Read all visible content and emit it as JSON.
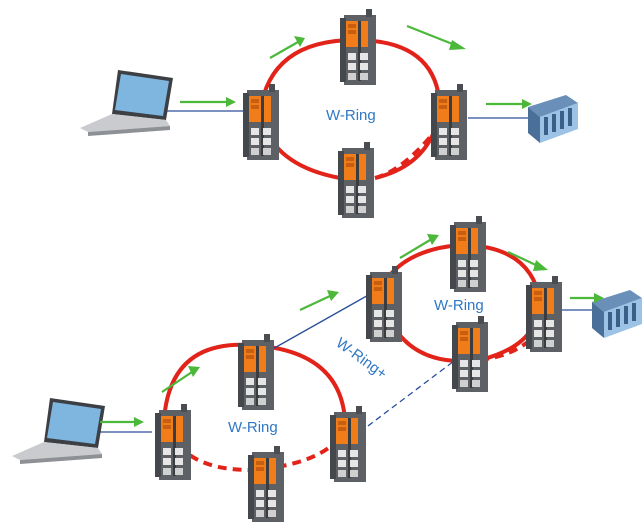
{
  "diagram": {
    "top_ring_label": "W-Ring",
    "bottom_left_ring_label": "W-Ring",
    "bottom_right_ring_label": "W-Ring",
    "ring_plus_label": "W-Ring+"
  },
  "colors": {
    "ring": "#e2231a",
    "arrow": "#4cb83a",
    "link": "#2a4f9a",
    "label": "#2f78c4",
    "switch_accent": "#f07c1a"
  },
  "icons": [
    "laptop-icon",
    "industrial-switch-icon",
    "plc-device-icon",
    "flow-arrow-icon"
  ]
}
